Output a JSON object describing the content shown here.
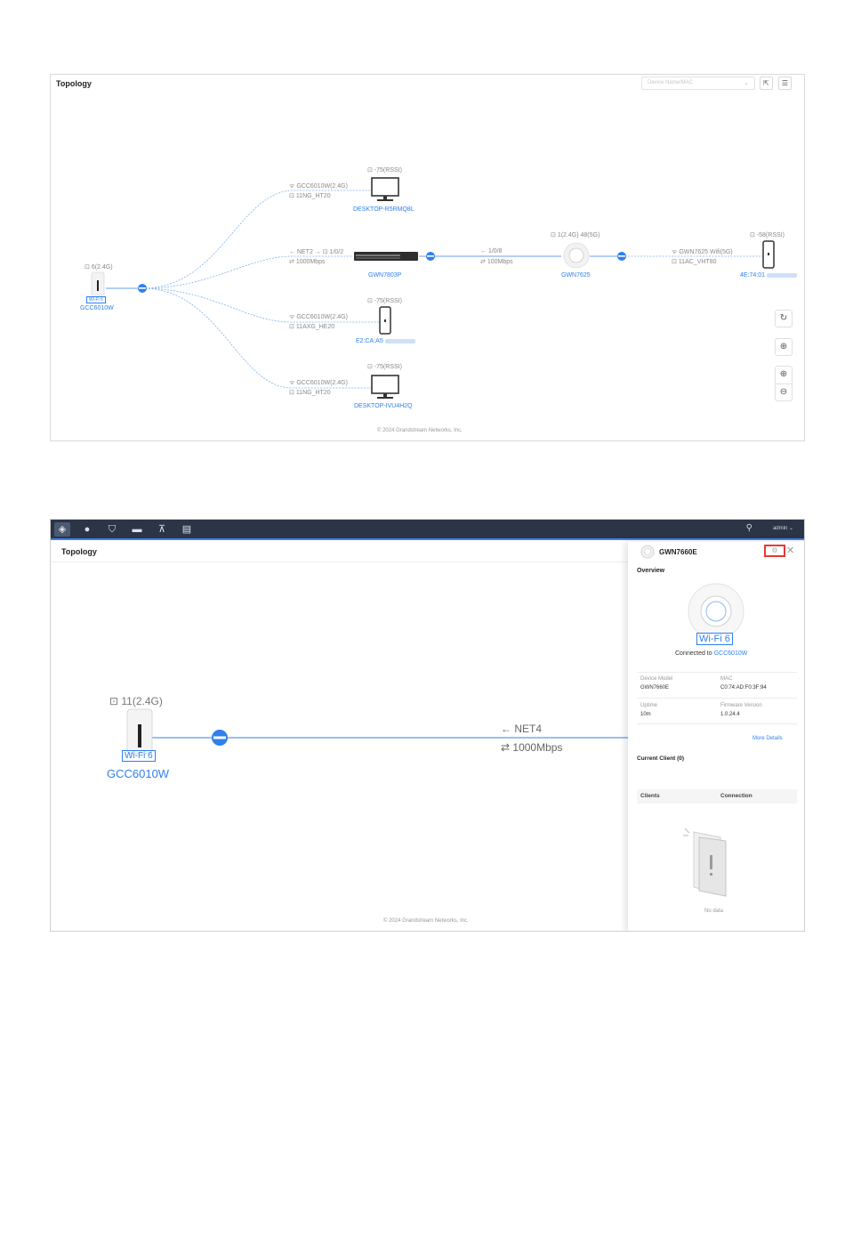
{
  "panel1": {
    "title": "Topology",
    "search_placeholder": "Device Name/MAC",
    "copyright": "© 2024 Grandstream Networks, Inc.",
    "root": {
      "signal": "6(2.4G)",
      "badge": "Wi-Fi 6",
      "name": "GCC6010W"
    },
    "nodes": {
      "desktop1": {
        "rssi": "-75(RSSI)",
        "ssid": "GCC6010W(2.4G)",
        "mode": "11NG_HT20",
        "name": "DESKTOP-R5RMQ8L"
      },
      "switch": {
        "port": "NET2 → ⊡ 1/0/2",
        "speed": "1000Mbps",
        "name": "GWN7803P"
      },
      "ap": {
        "signal": "1(2.4G) 48(5G)",
        "port": "1/0/8",
        "speed": "100Mbps",
        "name": "GWN7625"
      },
      "phone1": {
        "rssi": "-58(RSSI)",
        "ssid": "GWN7625 Wifi(5G)",
        "mode": "11AC_VHT80",
        "name": "4E:74:01"
      },
      "phone2": {
        "rssi": "-75(RSSI)",
        "ssid": "GCC6010W(2.4G)",
        "mode": "11AXG_HE20",
        "name": "E2:CA:A5"
      },
      "desktop2": {
        "rssi": "-75(RSSI)",
        "ssid": "GCC6010W(2.4G)",
        "mode": "11NG_HT20",
        "name": "DESKTOP-IVU4H2Q"
      }
    }
  },
  "panel2": {
    "title": "Topology",
    "user": "admin",
    "copyright": "© 2024 Grandstream Networks, Inc.",
    "root": {
      "signal": "11(2.4G)",
      "badge": "Wi-Fi 6",
      "name": "GCC6010W"
    },
    "link": {
      "port": "NET4",
      "speed": "1000Mbps"
    },
    "drawer": {
      "device_name": "GWN7660E",
      "overview": "Overview",
      "badge": "Wi-Fi 6",
      "connected_prefix": "Connected to",
      "connected_to": "GCC6010W",
      "device_model_label": "Device Model",
      "device_model": "GWN7660E",
      "mac_label": "MAC",
      "mac": "C0:74:AD:F0:3F:94",
      "uptime_label": "Uptime",
      "uptime": "10m",
      "firmware_label": "Firmware Version",
      "firmware": "1.0.24.4",
      "more_details": "More Details",
      "current_client": "Current Client (0)",
      "col_clients": "Clients",
      "col_connection": "Connection",
      "no_data": "No data"
    }
  },
  "colors": {
    "accent": "#2f80ed",
    "navbar": "#2b3546",
    "highlight": "#e53935"
  },
  "icons": [
    "external-link-icon",
    "list-icon",
    "refresh-icon",
    "locate-icon",
    "zoom-in-icon",
    "zoom-out-icon",
    "search-icon",
    "gear-icon",
    "close-icon"
  ]
}
